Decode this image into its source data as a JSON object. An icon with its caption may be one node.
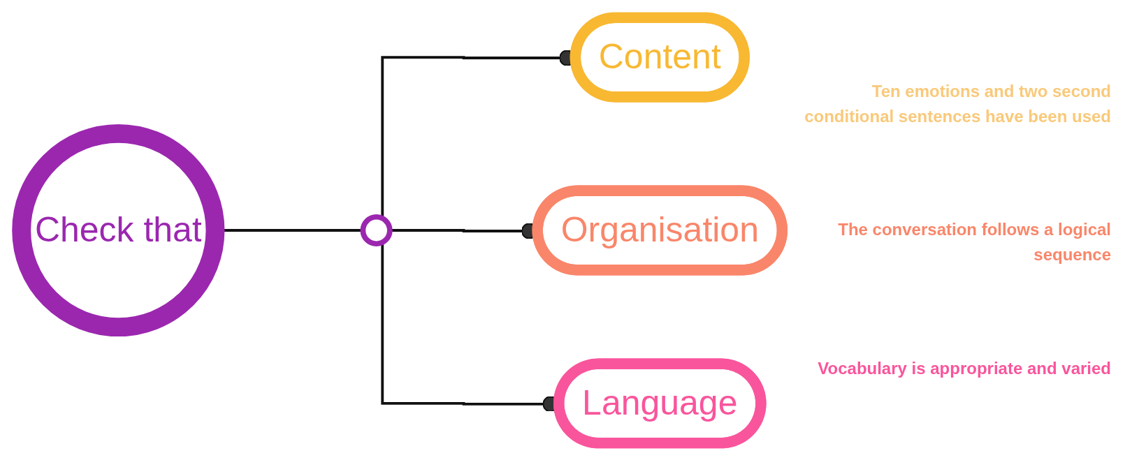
{
  "diagram": {
    "nodes": [
      {
        "text": [
          "Check that"
        ]
      },
      {
        "text": [],
        "shape": "circle"
      },
      {
        "text": [
          "Content"
        ],
        "beside": [
          "Ten emotions and two second conditional sentences have been used"
        ]
      },
      {
        "text": [
          "Organisation"
        ],
        "beside": [
          "The conversation follows a logical sequence"
        ]
      },
      {
        "text": [
          "Language"
        ],
        "beside": [
          "Vocabulary is appropriate and varied"
        ]
      }
    ],
    "edges": [
      {
        "from": 0,
        "to": 1,
        "arrow": "none"
      },
      {
        "from": 1,
        "to": 2,
        "arrow": "other"
      },
      {
        "from": 1,
        "to": 3,
        "arrow": "other"
      },
      {
        "from": 1,
        "to": 4,
        "arrow": "other"
      }
    ]
  }
}
